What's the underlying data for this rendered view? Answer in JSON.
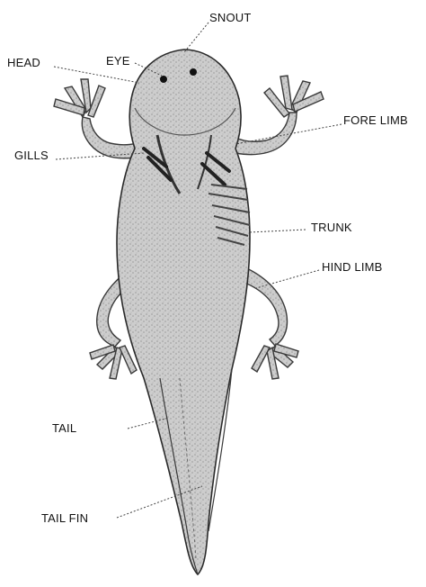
{
  "labels": {
    "snout": "SNOUT",
    "head": "HEAD",
    "eye": "EYE",
    "fore_limb": "FORE LIMB",
    "gills": "GILLS",
    "trunk": "TRUNK",
    "hind_limb": "HIND LIMB",
    "tail": "TAIL",
    "tail_fin": "TAIL FIN"
  },
  "colors": {
    "ink": "#111111",
    "body_fill": "#c9c9c9",
    "shade": "#8a8a8a",
    "dark": "#3a3a3a"
  }
}
